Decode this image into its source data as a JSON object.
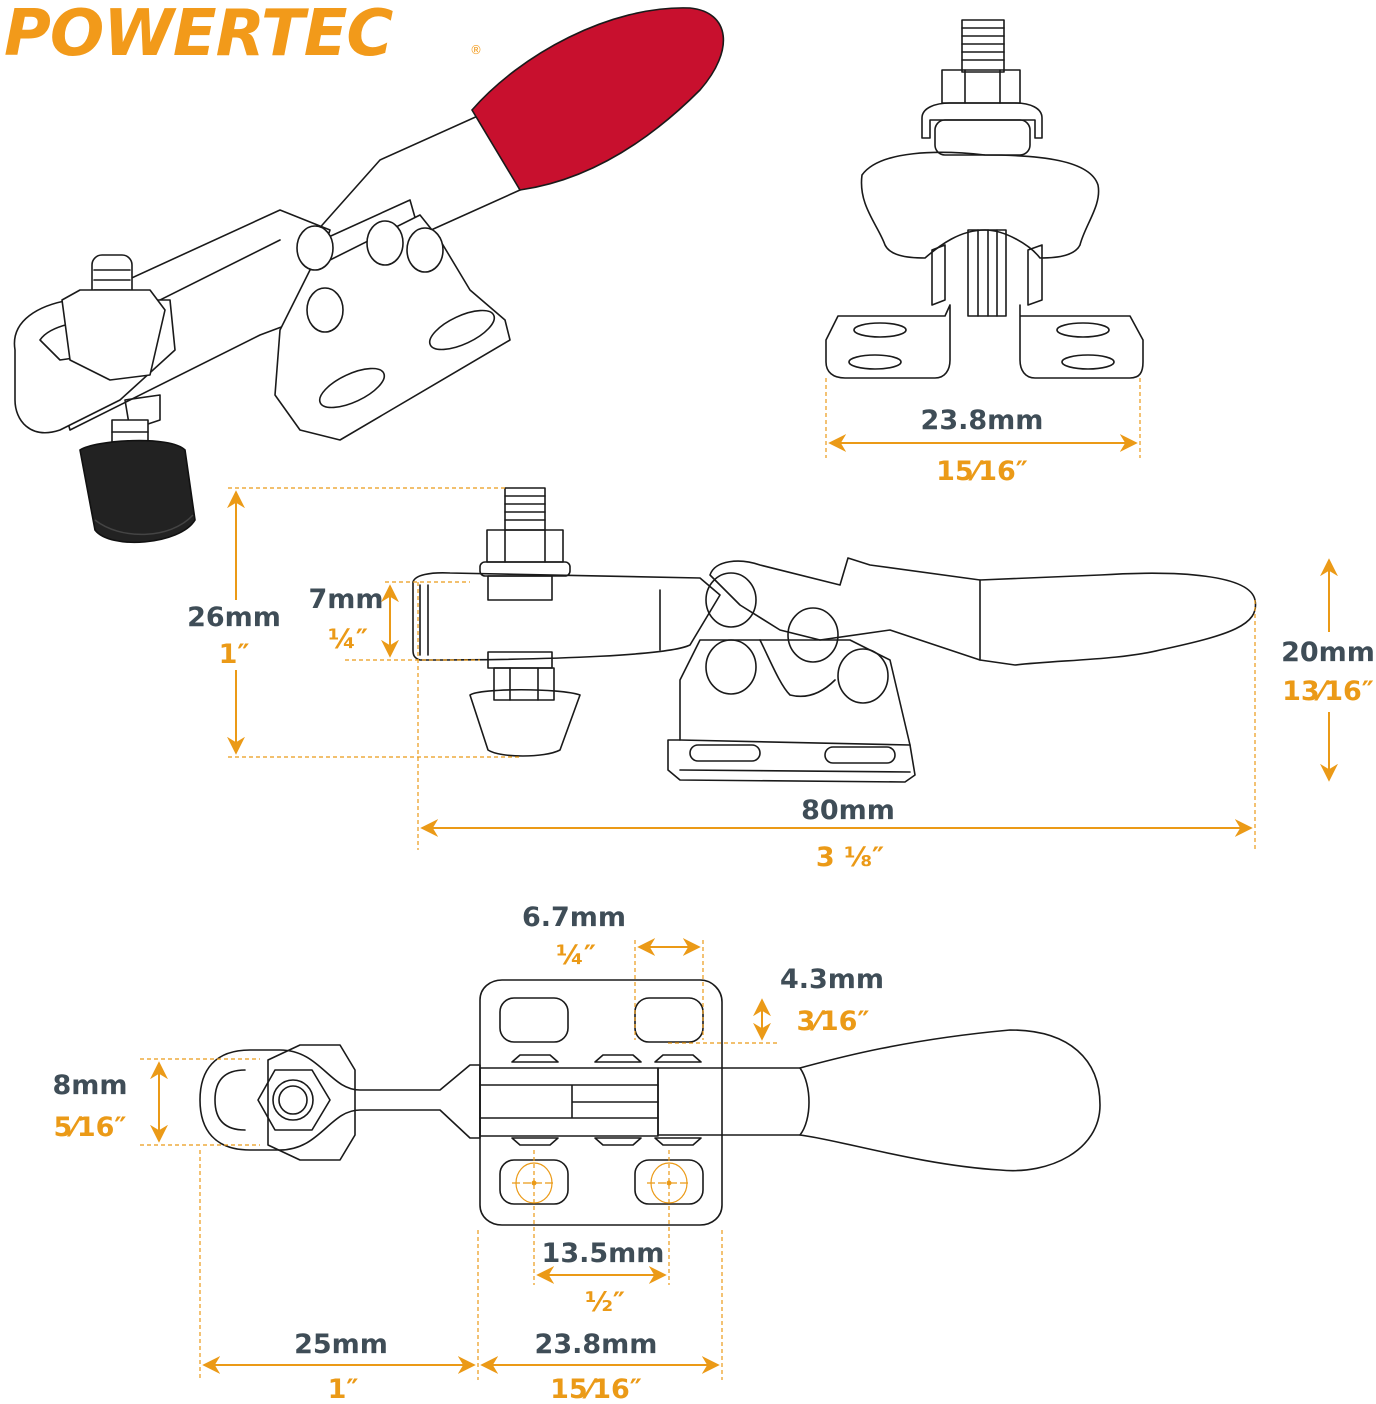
{
  "brand": {
    "name": "POWERTEC",
    "registered_mark": "®",
    "color": "#f29a1a"
  },
  "colors": {
    "metric_text": "#3f4d57",
    "imperial_text": "#eb9a17",
    "dimension_line": "#eb9a17",
    "handle_grip": "#c8102e",
    "rubber_tip": "#222222",
    "metal": "#c9c9c9"
  },
  "views": {
    "isometric": {
      "name": "isometric-product-view"
    },
    "front": {
      "name": "front-view",
      "dims": [
        {
          "id": "base-width",
          "metric": "23.8mm",
          "imperial": "15⁄16″"
        }
      ]
    },
    "side": {
      "name": "side-view",
      "dims": [
        {
          "id": "overall-height",
          "metric": "26mm",
          "imperial": "1″"
        },
        {
          "id": "arm-thickness",
          "metric": "7mm",
          "imperial": "¼″"
        },
        {
          "id": "handle-height",
          "metric": "20mm",
          "imperial": "13⁄16″"
        },
        {
          "id": "overall-length",
          "metric": "80mm",
          "imperial": "3 ⅛″"
        }
      ]
    },
    "top": {
      "name": "top-view",
      "dims": [
        {
          "id": "slot-length",
          "metric": "6.7mm",
          "imperial": "¼″"
        },
        {
          "id": "slot-width",
          "metric": "4.3mm",
          "imperial": "3⁄16″"
        },
        {
          "id": "arm-width",
          "metric": "8mm",
          "imperial": "5⁄16″"
        },
        {
          "id": "hole-spacing",
          "metric": "13.5mm",
          "imperial": "½″"
        },
        {
          "id": "reach",
          "metric": "25mm",
          "imperial": "1″"
        },
        {
          "id": "base-length",
          "metric": "23.8mm",
          "imperial": "15⁄16″"
        }
      ]
    }
  }
}
